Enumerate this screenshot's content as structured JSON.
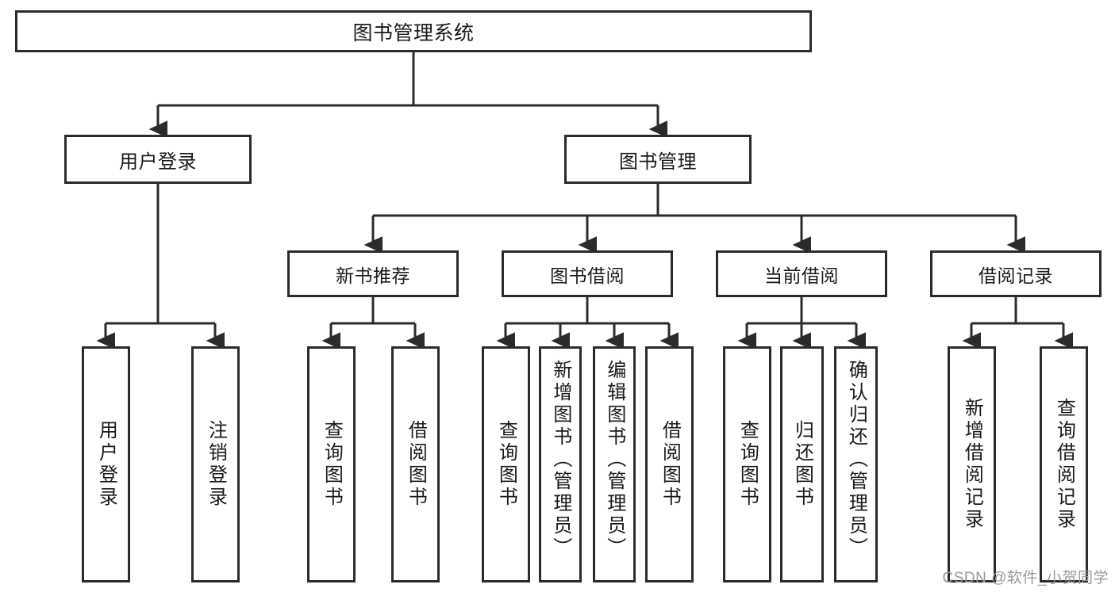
{
  "diagram": {
    "title": "图书管理系统",
    "type": "tree-hierarchy-diagram",
    "watermark": "CSDN @软件_小贺同学",
    "colors": {
      "stroke": "#2b2b2b",
      "fill": "#ffffff",
      "text": "#1a1a1a",
      "watermark": "#9a9a9a"
    },
    "root": {
      "label": "图书管理系统"
    },
    "level2": [
      {
        "label": "用户登录"
      },
      {
        "label": "图书管理"
      }
    ],
    "level3": [
      {
        "label": "新书推荐"
      },
      {
        "label": "图书借阅"
      },
      {
        "label": "当前借阅"
      },
      {
        "label": "借阅记录"
      }
    ],
    "leaves": {
      "user_login": [
        {
          "label": "用户登录"
        },
        {
          "label": "注销登录"
        }
      ],
      "new_book_recommend": [
        {
          "label": "查询图书"
        },
        {
          "label": "借阅图书"
        }
      ],
      "book_borrow": [
        {
          "label": "查询图书"
        },
        {
          "label": "新增图书（管理员）"
        },
        {
          "label": "编辑图书（管理员）"
        },
        {
          "label": "借阅图书"
        }
      ],
      "current_borrow": [
        {
          "label": "查询图书"
        },
        {
          "label": "归还图书"
        },
        {
          "label": "确认归还（管理员）"
        }
      ],
      "borrow_record": [
        {
          "label": "新增借阅记录"
        },
        {
          "label": "查询借阅记录"
        }
      ]
    }
  }
}
